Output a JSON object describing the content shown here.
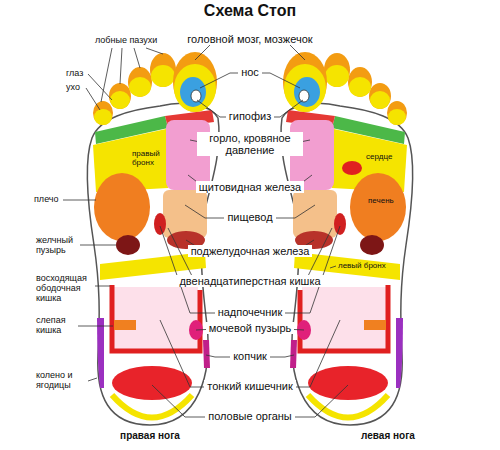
{
  "diagram": {
    "title": "Схема Стоп",
    "labels": [
      "лобные пазухи",
      "глаз",
      "ухо",
      "плечо",
      "желчный пузырь",
      "восходящая ободочная кишка",
      "слепая кишка",
      "колено и ягодицы",
      "головной мозг, мозжечок",
      "нос",
      "гипофиз",
      "горло, кровяное давление",
      "щитовидная железа",
      "пищевод",
      "поджелудочная железа",
      "левый бронх",
      "двенадцатиперстная кишка",
      "надпочечник",
      "мочевой пузырь",
      "копчик",
      "тонкий кишечник",
      "половые органы",
      "правый бронх",
      "сердце",
      "печень",
      "правая нога",
      "левая нога"
    ]
  }
}
